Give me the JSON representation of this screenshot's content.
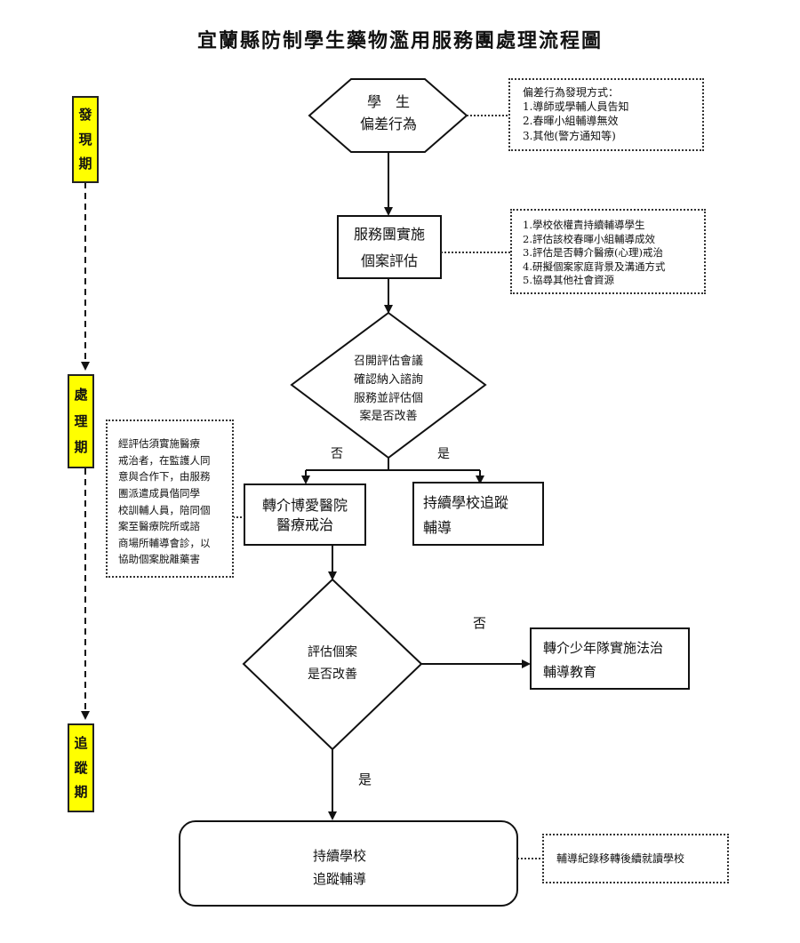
{
  "title": "宜蘭縣防制學生藥物濫用服務團處理流程圖",
  "phases": [
    {
      "id": "discovery",
      "chars": [
        "發",
        "現",
        "期"
      ]
    },
    {
      "id": "handling",
      "chars": [
        "處",
        "理",
        "期"
      ]
    },
    {
      "id": "tracking",
      "chars": [
        "追",
        "蹤",
        "期"
      ]
    }
  ],
  "colors": {
    "phase_fill": "#ffff00",
    "stroke": "#111111"
  },
  "nodes": {
    "start": "學　生\n偏差行為",
    "assessment": "服務團實施\n個案評估",
    "decision1": "召開評估會議\n確認納入諮詢\n服務並評估個\n案是否改善",
    "hospital": "轉介博愛醫院\n醫療戒治",
    "school_follow": "持續學校追蹤\n輔導",
    "decision2": "評估個案\n是否改善",
    "juvenile": "轉介少年隊實施法治\n輔導教育",
    "end": "持續學校\n追蹤輔導"
  },
  "branch_labels": {
    "d1_no": "否",
    "d1_yes": "是",
    "d2_no": "否",
    "d2_yes": "是"
  },
  "notes": {
    "discovery_methods": "偏差行為發現方式：\n1.導師或學輔人員告知\n2.春暉小組輔導無效\n3.其他(警方通知等)",
    "assessment_items": "1.學校依權責持續輔導學生\n2.評估該校春暉小組輔導成效\n3.評估是否轉介醫療(心理)戒治\n4.研擬個案家庭背景及溝通方式\n5.協尋其他社會資源",
    "medical_detox": "經評估須實施醫療\n戒治者，在監護人同\n意與合作下，由服務\n團派遣成員偕同學\n校訓輔人員，陪同個\n案至醫療院所或諮\n商場所輔導會診，以\n協助個案脫離藥害",
    "transfer_record": "輔導紀錄移轉後續就讀學校"
  }
}
